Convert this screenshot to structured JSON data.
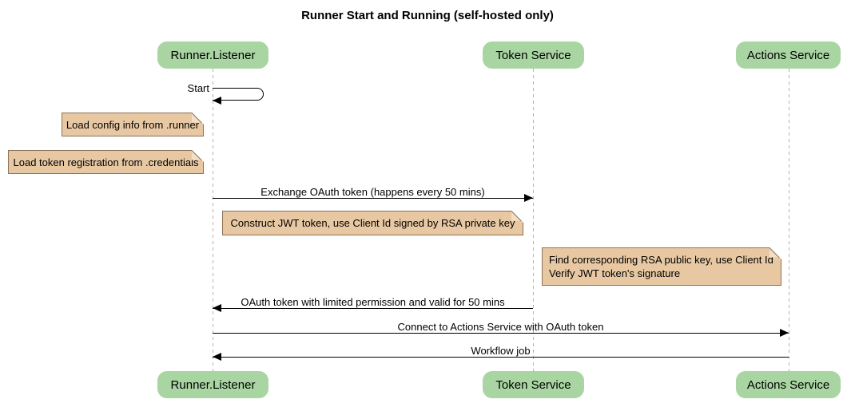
{
  "diagram": {
    "type": "sequence-diagram",
    "title": "Runner Start and Running (self-hosted only)"
  },
  "participants": [
    {
      "label": "Runner.Listener"
    },
    {
      "label": "Token Service"
    },
    {
      "label": "Actions Service"
    }
  ],
  "messages": [
    {
      "label": "Start",
      "from": "Runner.Listener",
      "to": "Runner.Listener",
      "type": "self"
    },
    {
      "label": "Exchange OAuth token (happens every 50 mins)",
      "from": "Runner.Listener",
      "to": "Token Service",
      "type": "solid-arrow"
    },
    {
      "label": "OAuth token with limited permission and valid for 50 mins",
      "from": "Token Service",
      "to": "Runner.Listener",
      "type": "solid-arrow"
    },
    {
      "label": "Connect to Actions Service with OAuth token",
      "from": "Runner.Listener",
      "to": "Actions Service",
      "type": "solid-arrow"
    },
    {
      "label": "Workflow job",
      "from": "Actions Service",
      "to": "Runner.Listener",
      "type": "solid-arrow"
    }
  ],
  "notes": [
    {
      "lines": [
        "Load config info from .runner"
      ]
    },
    {
      "lines": [
        "Load token registration from .credentials"
      ]
    },
    {
      "lines": [
        "Construct JWT token, use Client Id signed by RSA private key"
      ]
    },
    {
      "lines": [
        "Find corresponding RSA public key, use Client Id",
        "Verify JWT token's signature"
      ]
    }
  ],
  "colors": {
    "participant_fill": "#a9d5a2",
    "note_fill": "#e8c8a2",
    "note_border": "#8b7258",
    "lifeline": "#b3b3b3",
    "arrow": "#000000",
    "text": "#000000",
    "background": "#ffffff"
  }
}
